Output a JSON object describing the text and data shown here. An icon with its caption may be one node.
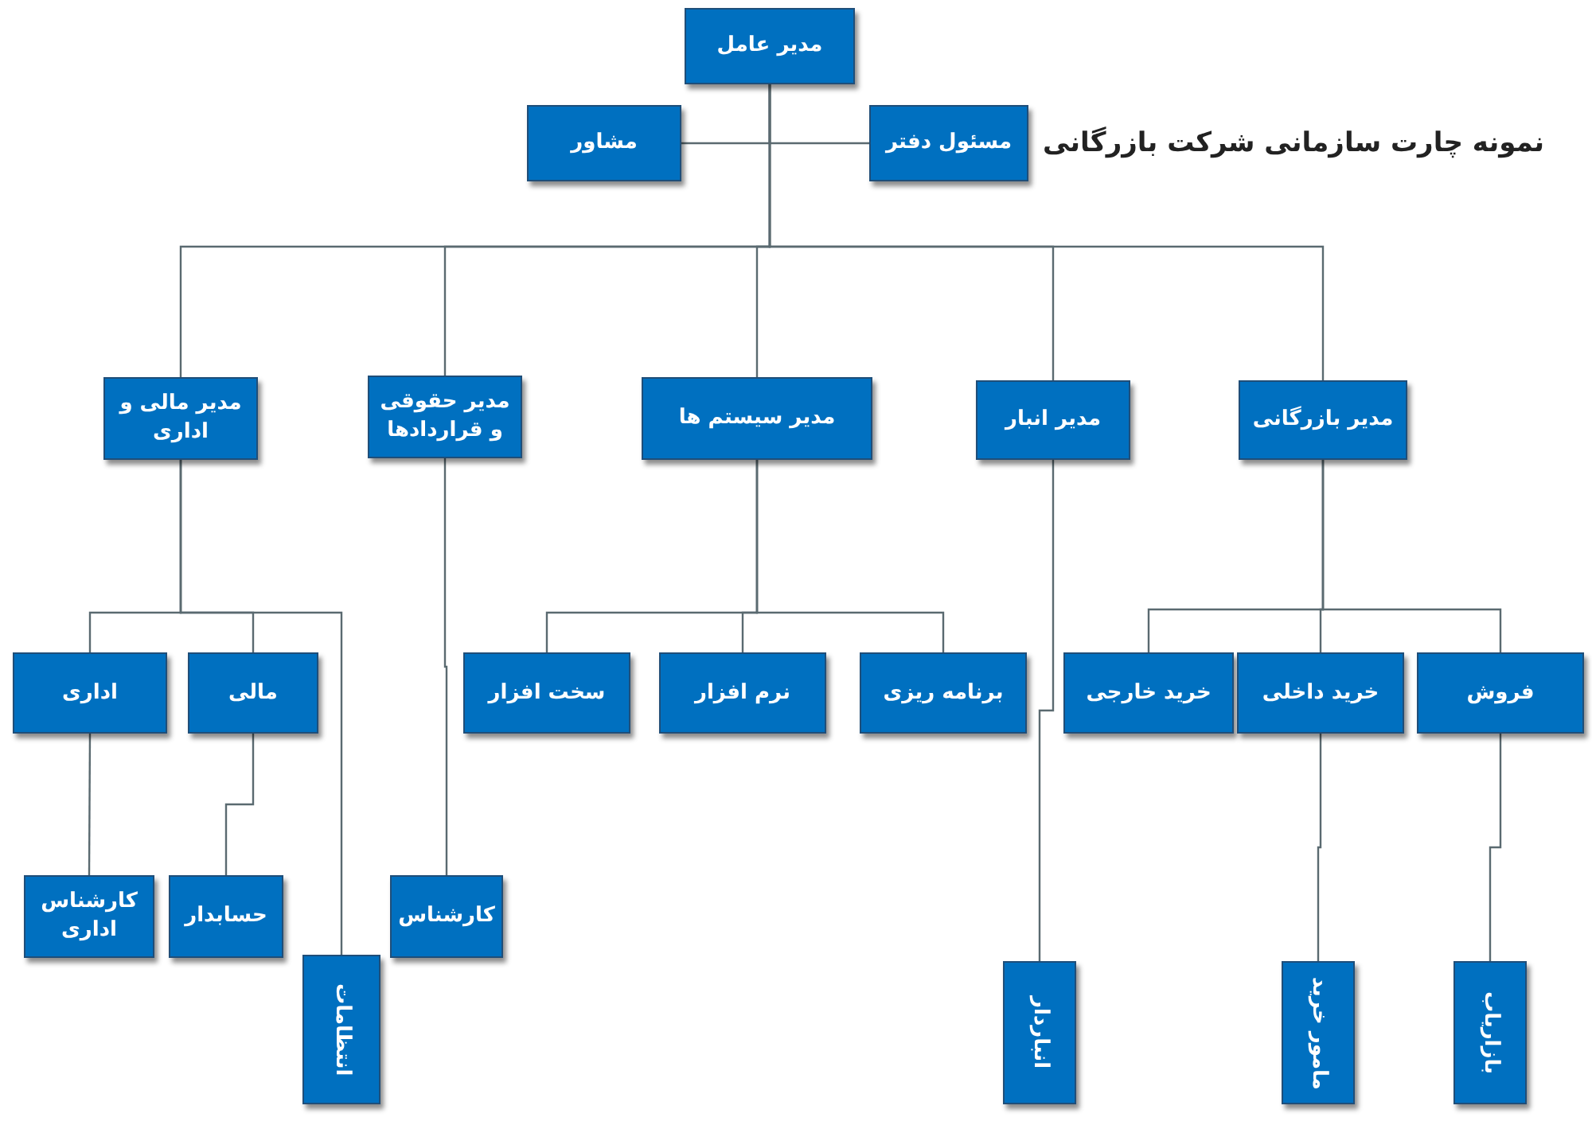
{
  "diagram": {
    "title": "نمونه چارت سازمانی شرکت بازرگانی",
    "nodes": [
      {
        "text": [
          "مدیر عامل"
        ]
      },
      {
        "text": [
          "مشاور"
        ]
      },
      {
        "text": [
          "مسئول دفتر"
        ]
      },
      {
        "text": [
          "مدیر مالی و اداری"
        ]
      },
      {
        "text": [
          "مدیر حقوقی و قراردادها"
        ]
      },
      {
        "text": [
          "مدیر سیستم ها"
        ]
      },
      {
        "text": [
          "مدیر انبار"
        ]
      },
      {
        "text": [
          "مدیر بازرگانی"
        ]
      },
      {
        "text": [
          "اداری"
        ]
      },
      {
        "text": [
          "مالی"
        ]
      },
      {
        "text": [
          "انتظامات"
        ]
      },
      {
        "text": [
          "کارشناس اداری"
        ]
      },
      {
        "text": [
          "حسابدار"
        ]
      },
      {
        "text": [
          "کارشناس"
        ]
      },
      {
        "text": [
          "سخت افزار"
        ]
      },
      {
        "text": [
          "نرم افزار"
        ]
      },
      {
        "text": [
          "برنامه ریزی"
        ]
      },
      {
        "text": [
          "خرید خارجی"
        ]
      },
      {
        "text": [
          "خرید داخلی"
        ]
      },
      {
        "text": [
          "فروش"
        ]
      },
      {
        "text": [
          "انباردار"
        ]
      },
      {
        "text": [
          "مامور خرید"
        ]
      },
      {
        "text": [
          "بازاریاب"
        ]
      }
    ],
    "edges": [
      {
        "from": 0,
        "to": 1,
        "arrow": "none"
      },
      {
        "from": 0,
        "to": 2,
        "arrow": "none"
      },
      {
        "from": 0,
        "to": 3,
        "arrow": "none"
      },
      {
        "from": 0,
        "to": 4,
        "arrow": "none"
      },
      {
        "from": 0,
        "to": 5,
        "arrow": "none"
      },
      {
        "from": 0,
        "to": 6,
        "arrow": "none"
      },
      {
        "from": 0,
        "to": 7,
        "arrow": "none"
      },
      {
        "from": 3,
        "to": 8,
        "arrow": "none"
      },
      {
        "from": 3,
        "to": 9,
        "arrow": "none"
      },
      {
        "from": 3,
        "to": 10,
        "arrow": "none"
      },
      {
        "from": 8,
        "to": 11,
        "arrow": "none"
      },
      {
        "from": 9,
        "to": 12,
        "arrow": "none"
      },
      {
        "from": 4,
        "to": 13,
        "arrow": "none"
      },
      {
        "from": 5,
        "to": 14,
        "arrow": "none"
      },
      {
        "from": 5,
        "to": 15,
        "arrow": "none"
      },
      {
        "from": 5,
        "to": 16,
        "arrow": "none"
      },
      {
        "from": 6,
        "to": 20,
        "arrow": "none"
      },
      {
        "from": 7,
        "to": 17,
        "arrow": "none"
      },
      {
        "from": 7,
        "to": 18,
        "arrow": "none"
      },
      {
        "from": 7,
        "to": 19,
        "arrow": "none"
      },
      {
        "from": 18,
        "to": 21,
        "arrow": "none"
      },
      {
        "from": 19,
        "to": 22,
        "arrow": "none"
      }
    ]
  }
}
